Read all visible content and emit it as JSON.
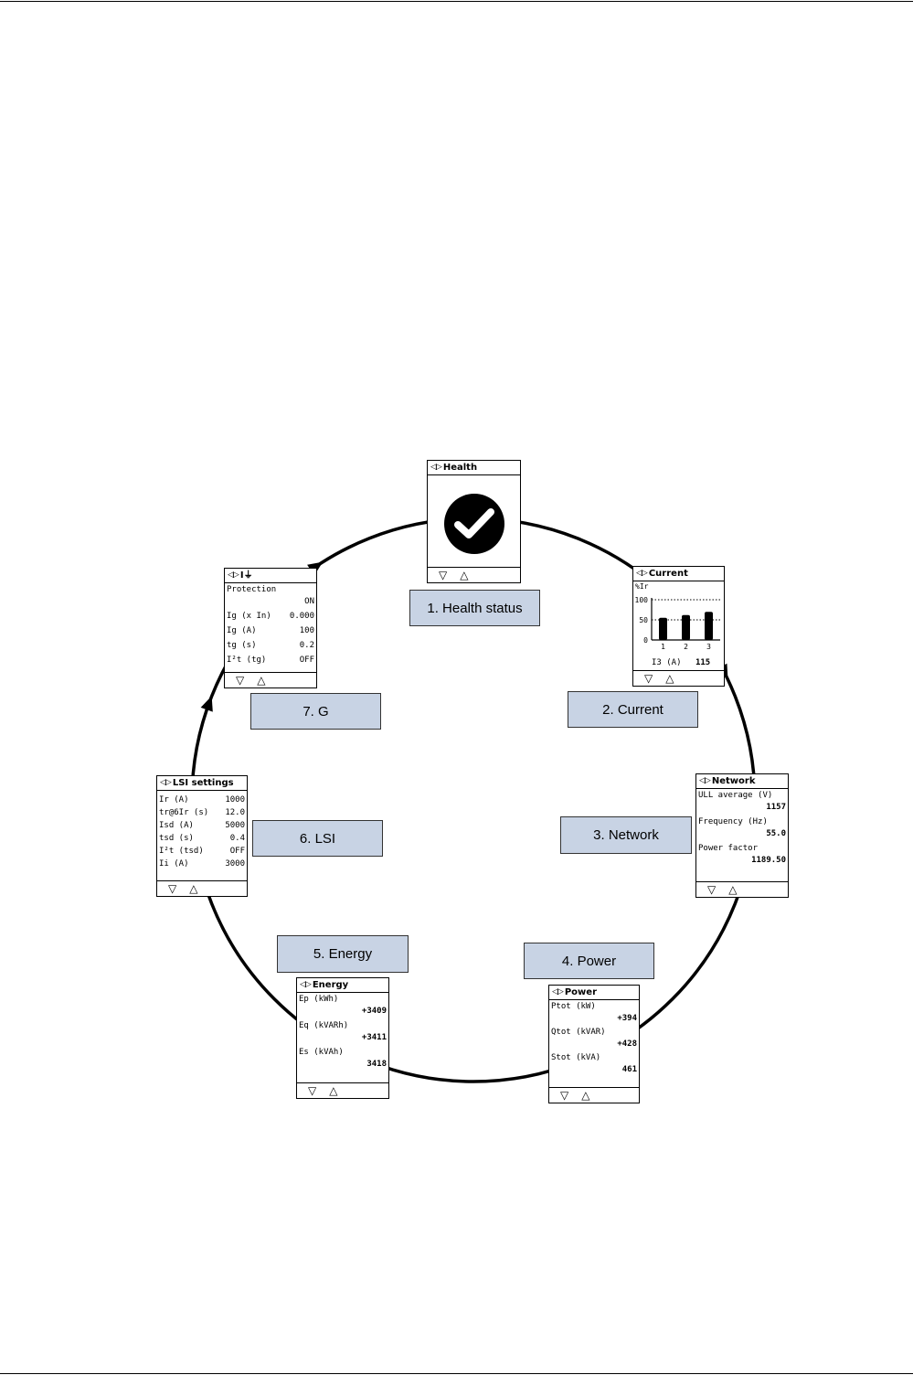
{
  "health": {
    "title": "Health",
    "caption": "1. Health status"
  },
  "current": {
    "title": "Current",
    "chart_data": {
      "type": "bar",
      "categories": [
        "1",
        "2",
        "3"
      ],
      "values": [
        55,
        62,
        70
      ],
      "ylabel": "%Ir",
      "ylim": [
        0,
        100
      ],
      "yticks": [
        "100",
        "50",
        "0"
      ]
    },
    "readout_label": "I3 (A)",
    "readout_value": "115",
    "caption": "2. Current"
  },
  "network": {
    "title": "Network",
    "rows": [
      {
        "label": "ULL average (V)",
        "value": "1157"
      },
      {
        "label": "Frequency (Hz)",
        "value": "55.0"
      },
      {
        "label": "Power factor",
        "value": "1189.50"
      }
    ],
    "caption": "3. Network"
  },
  "power": {
    "title": "Power",
    "rows": [
      {
        "label": "Ptot (kW)",
        "value": "+394"
      },
      {
        "label": "Qtot (kVAR)",
        "value": "+428"
      },
      {
        "label": "Stot (kVA)",
        "value": "461"
      }
    ],
    "caption": "4. Power"
  },
  "energy": {
    "title": "Energy",
    "rows": [
      {
        "label": "Ep (kWh)",
        "value": "+3409"
      },
      {
        "label": "Eq (kVARh)",
        "value": "+3411"
      },
      {
        "label": "Es (kVAh)",
        "value": "3418"
      }
    ],
    "caption": "5. Energy"
  },
  "lsi": {
    "title": "LSI settings",
    "rows": [
      {
        "label": "Ir (A)",
        "value": "1000"
      },
      {
        "label": "tr@6Ir (s)",
        "value": "12.0"
      },
      {
        "label": "Isd (A)",
        "value": "5000"
      },
      {
        "label": "tsd (s)",
        "value": "0.4"
      },
      {
        "label": "I²t (tsd)",
        "value": "OFF"
      },
      {
        "label": "Ii (A)",
        "value": "3000"
      }
    ],
    "caption": "6. LSI"
  },
  "g": {
    "title": "I⏚",
    "protection_label": "Protection",
    "protection_value": "ON",
    "rows": [
      {
        "label": "Ig (x In)",
        "value": "0.000"
      },
      {
        "label": "Ig (A)",
        "value": "100"
      },
      {
        "label": "tg (s)",
        "value": "0.2"
      },
      {
        "label": "I²t (tg)",
        "value": "OFF"
      }
    ],
    "caption": "7. G"
  },
  "nav": {
    "down": "▽",
    "up": "△"
  },
  "icons": {
    "eye": "eye-icon",
    "check": "checkmark-circle-icon",
    "down": "down-triangle-icon",
    "up": "up-triangle-icon"
  }
}
